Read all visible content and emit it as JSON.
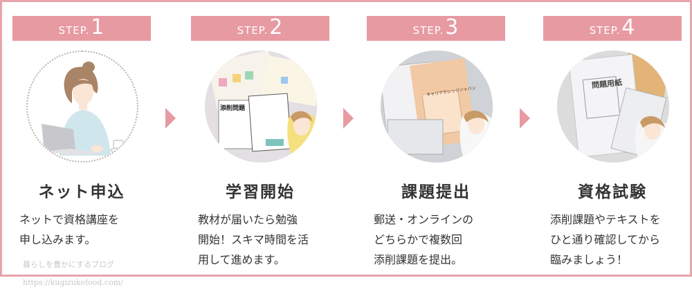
{
  "steps": [
    {
      "step_label": "STEP.",
      "step_number": "1",
      "title": "ネット申込",
      "description": "ネットで資格講座を\n申し込みます。"
    },
    {
      "step_label": "STEP.",
      "step_number": "2",
      "title": "学習開始",
      "description": "教材が届いたら勉強\n開始！スキマ時間を活\n用して進めます。"
    },
    {
      "step_label": "STEP.",
      "step_number": "3",
      "title": "課題提出",
      "description": "郵送・オンラインの\nどちらかで複数回\n添削課題を提出。"
    },
    {
      "step_label": "STEP.",
      "step_number": "4",
      "title": "資格試験",
      "description": "添削課題やテキストを\nひと通り確認してから\n臨みましょう！"
    }
  ],
  "photo_texts": {
    "step2_card": "添削問題",
    "step3_doc": "キャリアカレッジジャパン",
    "step4_paper": "問題用紙"
  },
  "watermark": {
    "line1": "暮らしを豊かにするブログ",
    "line2": "https://kugizukefood.com/"
  },
  "colors": {
    "accent": "#e79aa2",
    "border": "#e7a4ac",
    "text": "#333333"
  }
}
